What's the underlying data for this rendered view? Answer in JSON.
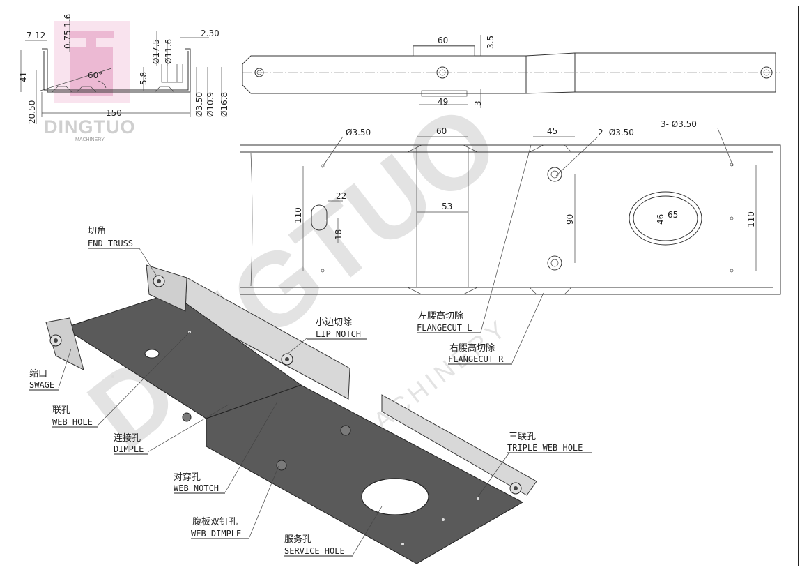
{
  "logo": {
    "brand": "DINGTUO",
    "sub": "MACHINERY"
  },
  "watermark": {
    "brand": "DINGTUO",
    "sub": "MACHINERY"
  },
  "section_dims": {
    "d_7_12": "7-12",
    "d_075_16": "0.75-1.6",
    "d_41": "41",
    "d_2050": "20.50",
    "d_150": "150",
    "d_60deg": "60°",
    "d_58": "5.8",
    "d_175": "Ø17.5",
    "d_116": "Ø11.6",
    "d_230": "2.30",
    "d_350": "Ø3.50",
    "d_109": "Ø10.9",
    "d_168": "Ø16.8"
  },
  "side_view_dims": {
    "d_60": "60",
    "d_35": "3.5",
    "d_49": "49",
    "d_3": "3"
  },
  "plan_view_dims": {
    "d_350_left": "Ø3.50",
    "d_60": "60",
    "d_45": "45",
    "d_2x350": "2- Ø3.50",
    "d_3x350": "3- Ø3.50",
    "d_22": "22",
    "d_110_left": "110",
    "d_18": "18",
    "d_53": "53",
    "d_90": "90",
    "d_46": "46",
    "d_65": "65",
    "d_110_right": "110"
  },
  "callouts": [
    {
      "cn": "切角",
      "en": "END TRUSS"
    },
    {
      "cn": "小边切除",
      "en": "LIP NOTCH"
    },
    {
      "cn": "左腰高切除",
      "en": "FLANGECUT L"
    },
    {
      "cn": "右腰高切除",
      "en": "FLANGECUT R"
    },
    {
      "cn": "缩口",
      "en": "SWAGE"
    },
    {
      "cn": "联孔",
      "en": "WEB HOLE"
    },
    {
      "cn": "连接孔",
      "en": "DIMPLE"
    },
    {
      "cn": "对穿孔",
      "en": "WEB NOTCH"
    },
    {
      "cn": "腹板双钉孔",
      "en": "WEB DIMPLE"
    },
    {
      "cn": "服务孔",
      "en": "SERVICE HOLE"
    },
    {
      "cn": "三联孔",
      "en": "TRIPLE WEB HOLE"
    }
  ],
  "colors": {
    "part_fill": "#5a5a5a",
    "part_light": "#d8d8d8",
    "line": "#333333",
    "logo_pink": "#e7a6c8"
  }
}
